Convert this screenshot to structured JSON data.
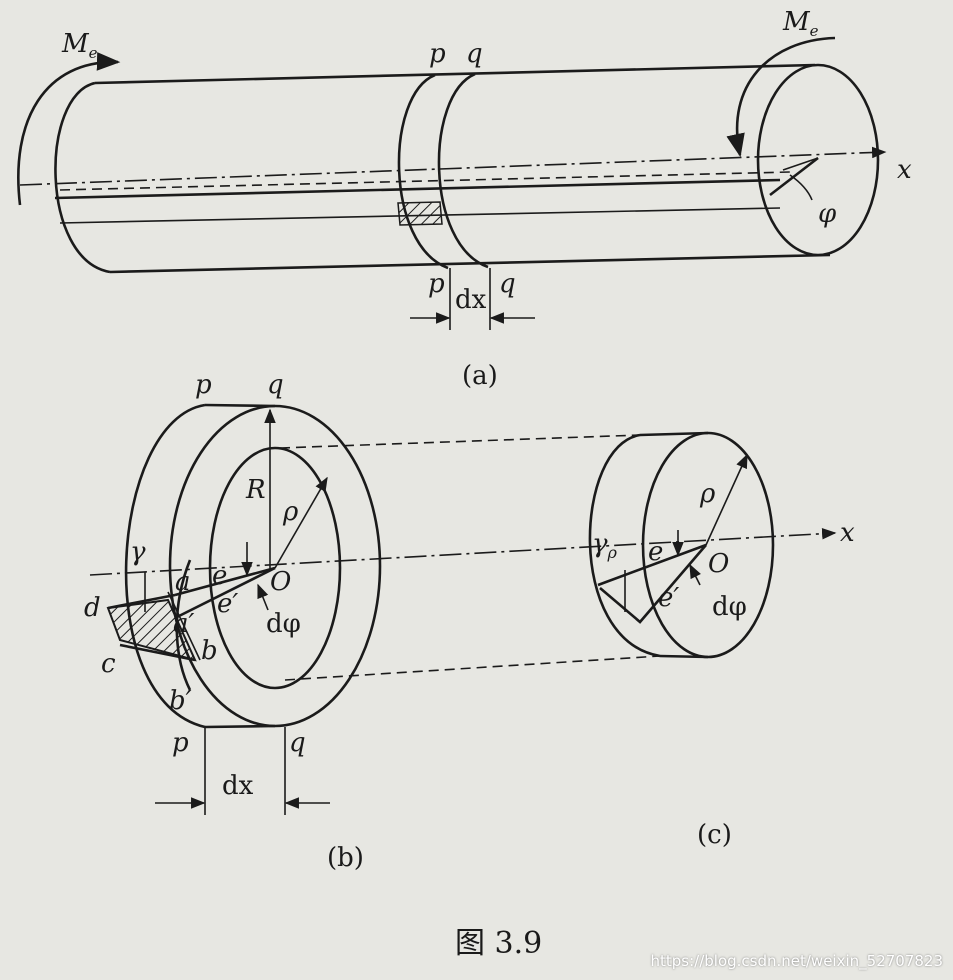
{
  "figure_title": "图  3.9",
  "watermark": "https://blog.csdn.net/weixin_52707823",
  "panel_a": {
    "caption": "(a)",
    "moment_left": "M",
    "moment_left_sub": "e",
    "moment_right": "M",
    "moment_right_sub": "e",
    "section_p_top": "p",
    "section_q_top": "q",
    "section_p_bottom": "p",
    "section_q_bottom": "q",
    "dx_label": "dx",
    "axis_label": "x",
    "angle_label": "φ"
  },
  "panel_b": {
    "caption": "(b)",
    "p_top": "p",
    "q_top": "q",
    "p_bottom": "p",
    "q_bottom": "q",
    "dx_label": "dx",
    "R_label": "R",
    "rho_label": "ρ",
    "gamma_label": "γ",
    "a_label": "a",
    "a_prime_label": "a′",
    "b_label": "b",
    "b_prime_label": "b′",
    "c_label": "c",
    "d_label": "d",
    "e_label": "e",
    "e_prime_label": "e′",
    "O_label": "O",
    "dphi_label": "dφ"
  },
  "panel_c": {
    "caption": "(c)",
    "axis_label": "x",
    "rho_label": "ρ",
    "gamma_rho_label": "γ",
    "gamma_rho_sub": "ρ",
    "e_label": "e",
    "e_prime_label": "e′",
    "O_label": "O",
    "dphi_label": "dφ"
  }
}
